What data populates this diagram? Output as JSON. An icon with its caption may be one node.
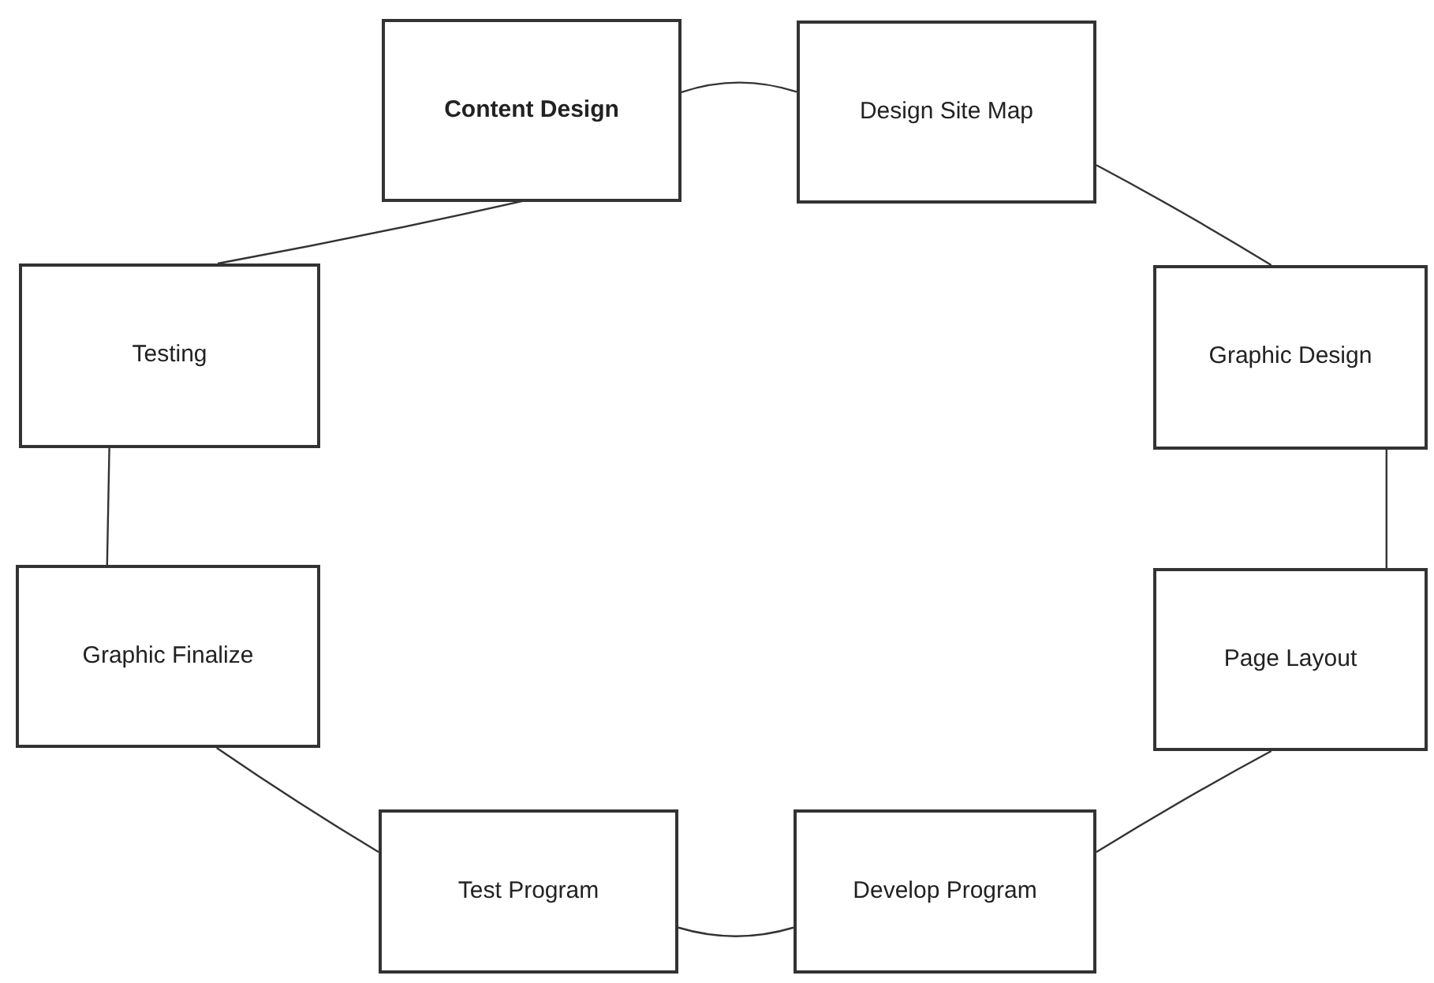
{
  "diagram": {
    "nodes": [
      {
        "text": [
          "Content Design"
        ]
      },
      {
        "text": [
          "Design Site Map"
        ]
      },
      {
        "text": [
          "Testing"
        ]
      },
      {
        "text": [
          "Graphic Design"
        ]
      },
      {
        "text": [
          "Graphic Finalize"
        ]
      },
      {
        "text": [
          "Page Layout"
        ]
      },
      {
        "text": [
          "Test Program"
        ]
      },
      {
        "text": [
          "Develop Program"
        ]
      }
    ],
    "edges": [
      {
        "from": 0,
        "to": 1,
        "arrow": "none"
      },
      {
        "from": 1,
        "to": 3,
        "arrow": "none"
      },
      {
        "from": 3,
        "to": 5,
        "arrow": "none"
      },
      {
        "from": 5,
        "to": 7,
        "arrow": "none"
      },
      {
        "from": 7,
        "to": 6,
        "arrow": "none"
      },
      {
        "from": 6,
        "to": 4,
        "arrow": "none"
      },
      {
        "from": 4,
        "to": 2,
        "arrow": "none"
      },
      {
        "from": 2,
        "to": 0,
        "arrow": "none"
      }
    ]
  }
}
